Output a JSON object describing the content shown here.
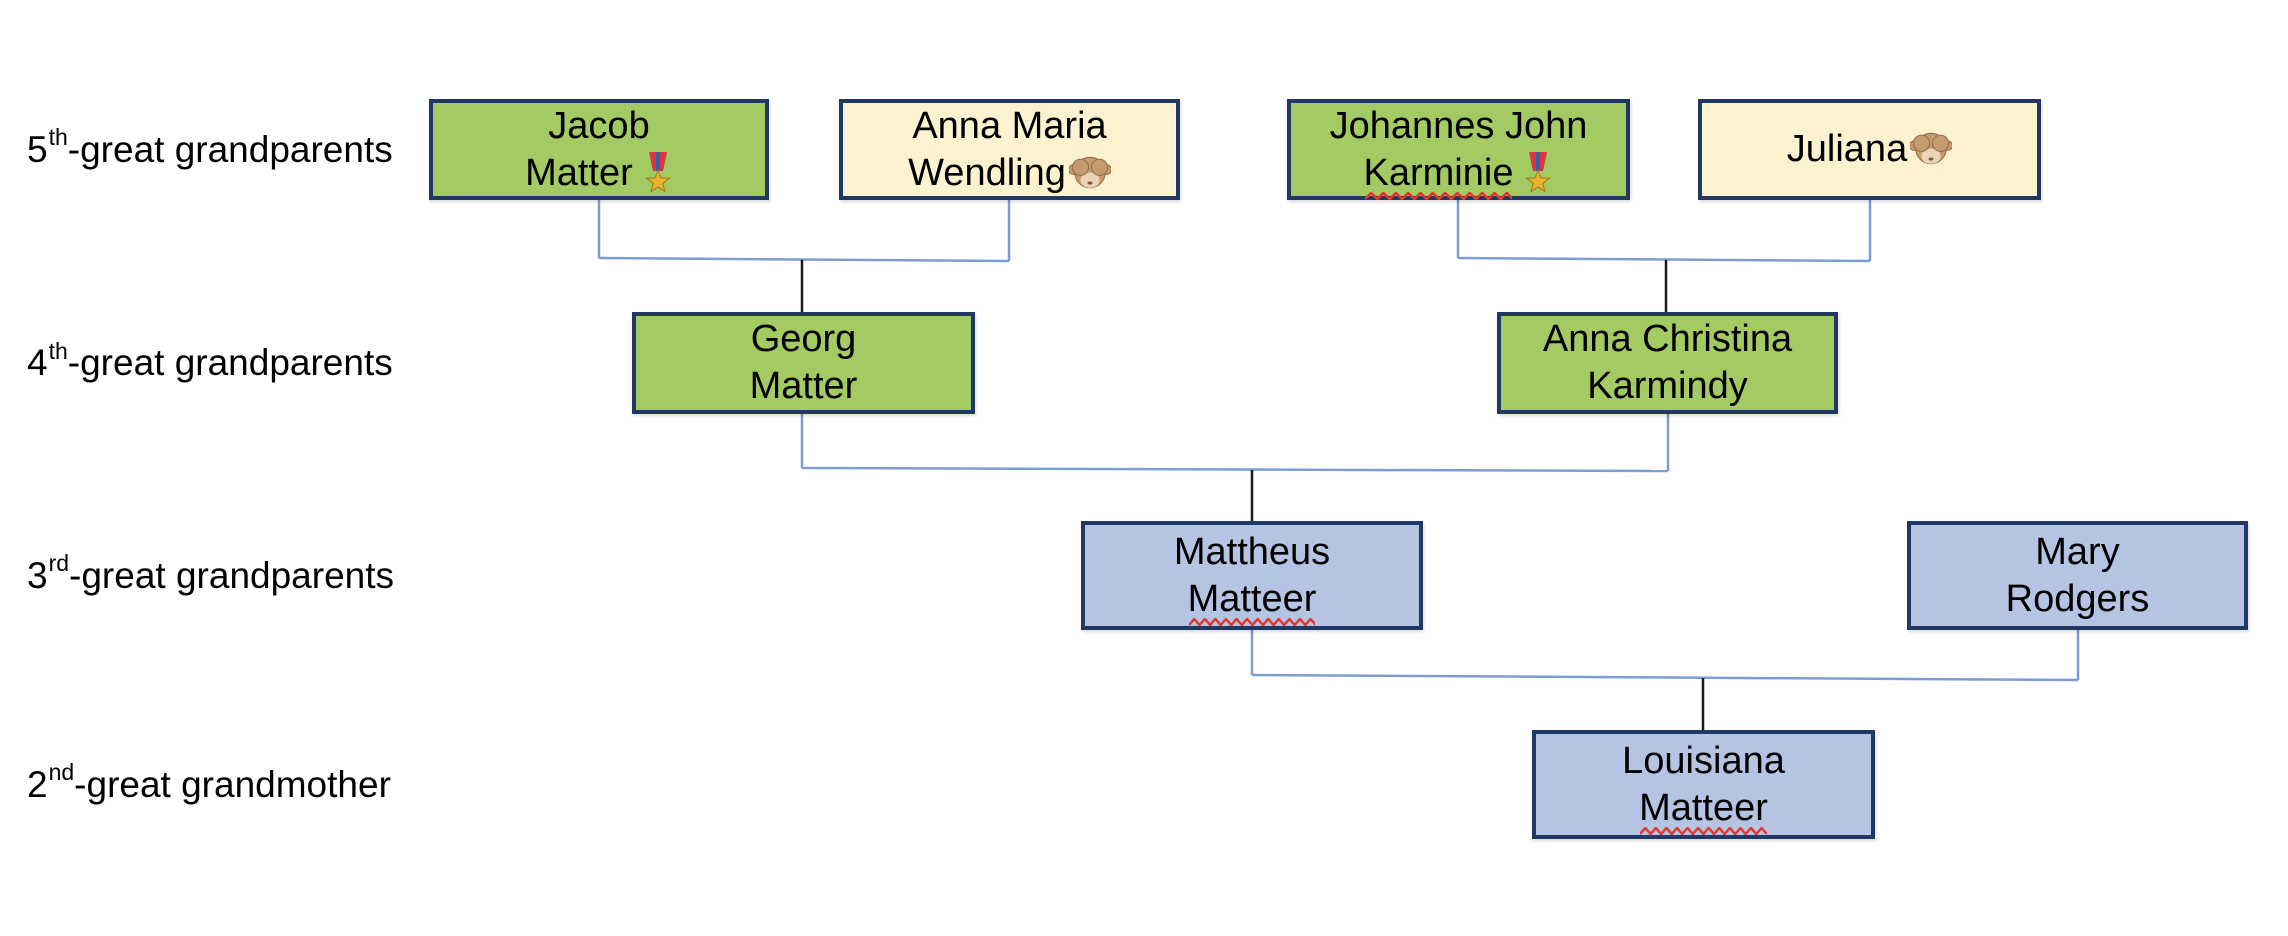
{
  "generation_labels": [
    {
      "number": "5",
      "ordinal": "th",
      "suffix": "-great grandparents"
    },
    {
      "number": "4",
      "ordinal": "th",
      "suffix": "-great grandparents"
    },
    {
      "number": "3",
      "ordinal": "rd",
      "suffix": "-great grandparents"
    },
    {
      "number": "2",
      "ordinal": "nd",
      "suffix": "-great grandmother"
    }
  ],
  "nodes": {
    "jacob": {
      "line1": "Jacob",
      "line2": "Matter",
      "badge": "military-medal",
      "badge_emoji": "🎖️",
      "color": "green"
    },
    "wendling": {
      "line1": "Anna Maria",
      "line2": "Wendling",
      "badge": "see-no-evil-monkey",
      "badge_emoji": "🙈",
      "color": "cream"
    },
    "johannes": {
      "line1": "Johannes John",
      "line2": "Karminie",
      "badge": "military-medal",
      "badge_emoji": "🎖️",
      "color": "green",
      "spellcheck_line2": true
    },
    "juliana": {
      "line1": "Juliana",
      "badge": "see-no-evil-monkey",
      "badge_emoji": "🙈",
      "color": "cream"
    },
    "georg": {
      "line1": "Georg",
      "line2": "Matter",
      "color": "green"
    },
    "anna_christina": {
      "line1": "Anna Christina",
      "line2": "Karmindy",
      "color": "green"
    },
    "mattheus": {
      "line1": "Mattheus",
      "line2": "Matteer",
      "color": "blue",
      "spellcheck_line2": true
    },
    "mary": {
      "line1": "Mary",
      "line2": "Rodgers",
      "color": "blue"
    },
    "louisiana": {
      "line1": "Louisiana",
      "line2": "Matteer",
      "color": "blue",
      "spellcheck_line2": true
    }
  },
  "colors": {
    "green_fill": "#A3CA63",
    "cream_fill": "#FCF2CF",
    "blue_fill": "#B5C4E2",
    "box_border": "#203864",
    "connector_blue": "#7E9CD4",
    "connector_dark": "#1A1A1A",
    "spellcheck_red": "#E3362C",
    "text": "#000000",
    "background": "#FFFFFF"
  }
}
